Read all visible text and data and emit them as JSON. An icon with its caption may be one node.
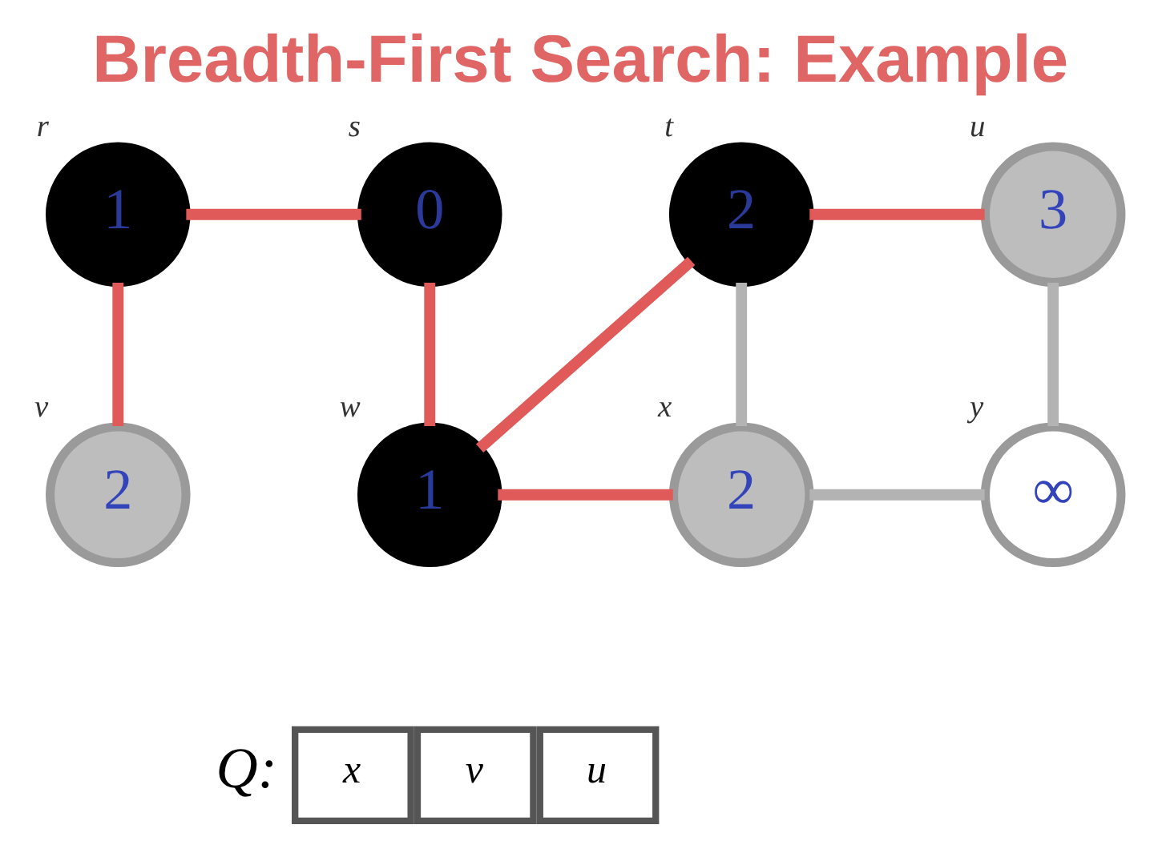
{
  "diagram": {
    "title": "Breadth-First Search: Example",
    "nodes": [
      {
        "text": [
          "1"
        ],
        "beside": [
          "r"
        ]
      },
      {
        "text": [
          "0"
        ],
        "beside": [
          "s"
        ]
      },
      {
        "text": [
          "2"
        ],
        "beside": [
          "t"
        ]
      },
      {
        "text": [
          "3"
        ],
        "beside": [
          "u"
        ]
      },
      {
        "text": [
          "2"
        ],
        "beside": [
          "v"
        ]
      },
      {
        "text": [
          "1"
        ],
        "beside": [
          "w"
        ]
      },
      {
        "text": [
          "2"
        ],
        "beside": [
          "x"
        ]
      },
      {
        "text": [
          "∞"
        ],
        "beside": [
          "y"
        ]
      }
    ],
    "edges": [
      {
        "from": 0,
        "to": 1,
        "arrow": "none"
      },
      {
        "from": 0,
        "to": 4,
        "arrow": "none"
      },
      {
        "from": 1,
        "to": 5,
        "arrow": "none"
      },
      {
        "from": 2,
        "to": 5,
        "arrow": "none"
      },
      {
        "from": 2,
        "to": 3,
        "arrow": "none"
      },
      {
        "from": 5,
        "to": 6,
        "arrow": "none"
      },
      {
        "from": 2,
        "to": 6,
        "arrow": "none",
        "color": "#b3b3b3"
      },
      {
        "from": 6,
        "to": 7,
        "arrow": "none",
        "color": "#b3b3b3"
      },
      {
        "from": 3,
        "to": 7,
        "arrow": "none",
        "color": "#b3b3b3"
      }
    ],
    "labels": [
      "Q:",
      "x",
      "v",
      "u"
    ]
  }
}
